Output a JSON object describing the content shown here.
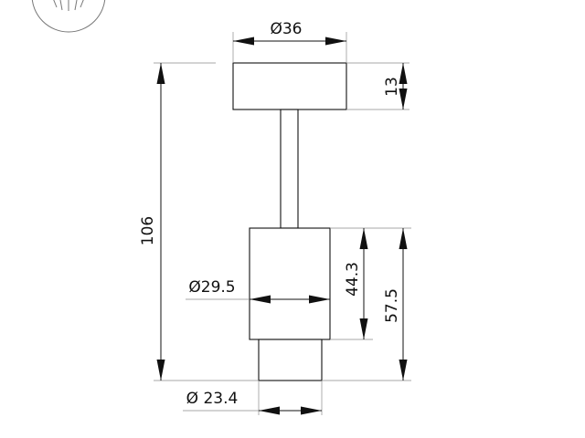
{
  "drawing": {
    "type": "technical-dimension-drawing",
    "units": "mm",
    "colors": {
      "line": "#111111",
      "extension": "#8a8a8a",
      "background": "#ffffff"
    },
    "dimensions": {
      "base_diameter": "Ø36",
      "base_height": "13",
      "total_height": "106",
      "upper_body_diameter": "Ø29.5",
      "upper_body_height": "44.3",
      "head_height": "57.5",
      "lower_body_diameter": "Ø 23.4"
    },
    "icons": {
      "corner_logo": "light-beam-icon"
    }
  }
}
